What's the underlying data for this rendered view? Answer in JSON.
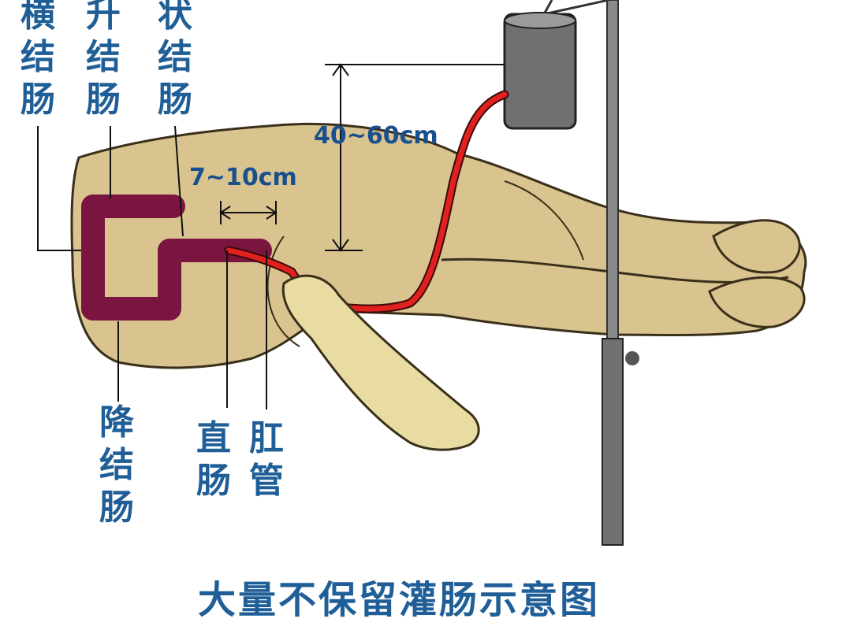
{
  "labels": {
    "transverse_colon": "横结肠",
    "ascending_colon": "升结肠",
    "sigmoid_colon": "状结肠",
    "descending_colon": "降结肠",
    "rectum": "直肠",
    "anal_tube": "肛管"
  },
  "measurements": {
    "bag_height": "40~60cm",
    "insert_depth": "7~10cm"
  },
  "caption": "大量不保留灌肠示意图",
  "colors": {
    "skin": "#d9c48f",
    "colon": "#7a1540",
    "tube": "#e0211d",
    "label_text": "#1f5e96",
    "pole": "#707070"
  }
}
